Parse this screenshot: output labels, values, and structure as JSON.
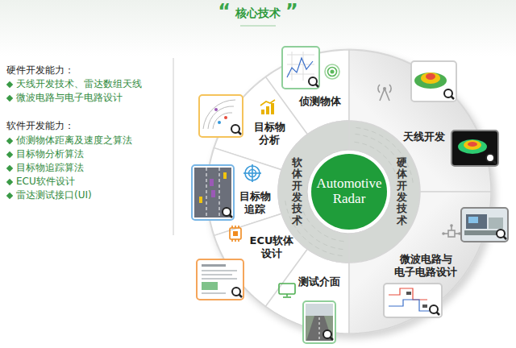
{
  "diagram": {
    "title": "核心技术",
    "nodes": [
      {
        "text": [
          "侦测物体"
        ]
      },
      {
        "text": [
          "目标物 分析"
        ]
      },
      {
        "text": [
          "目标物 追踪"
        ]
      },
      {
        "text": [
          "ECU软体 设计"
        ]
      },
      {
        "text": [
          "测试介面"
        ]
      },
      {
        "text": [
          "软体开发技术"
        ]
      },
      {
        "text": [
          "Automotive Radar"
        ]
      },
      {
        "text": [
          "硬体开发技术"
        ]
      },
      {
        "text": [
          "天线开发"
        ]
      },
      {
        "text": [
          "微波电路与 电子电路设计"
        ]
      }
    ],
    "labels": [
      "“",
      "”",
      "硬件开发能力：",
      "天线开发技术、雷达数组天线",
      "微波电路与电子电路设计",
      "软件开发能力：",
      "侦测物体距离及速度之算法",
      "目标物分析算法",
      "目标物追踪算法",
      "ECU软件设计",
      "雷达测试接口(UI)"
    ]
  }
}
